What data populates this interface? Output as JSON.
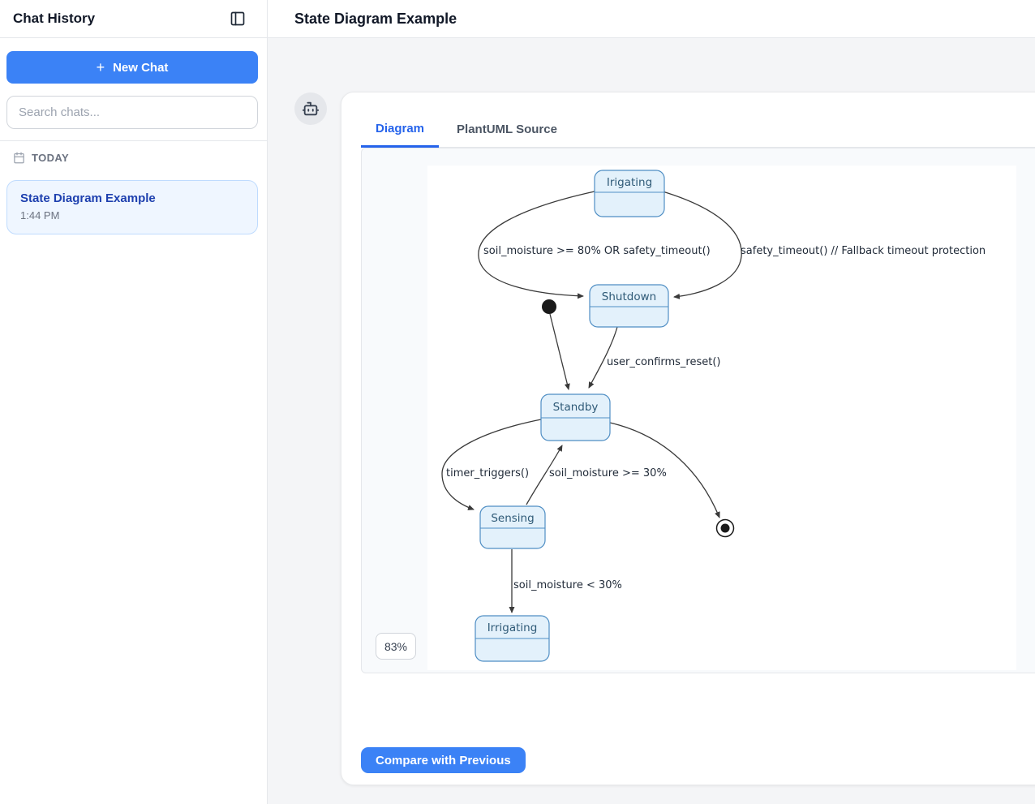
{
  "sidebar": {
    "title": "Chat History",
    "new_chat": {
      "icon": "+",
      "label": "New Chat"
    },
    "search_placeholder": "Search chats...",
    "section_label": "TODAY",
    "chats": [
      {
        "title": "State Diagram Example",
        "time": "1:44 PM"
      }
    ]
  },
  "header": {
    "title": "State Diagram Example"
  },
  "main": {
    "tabs": [
      {
        "label": "Diagram"
      },
      {
        "label": "PlantUML Source"
      }
    ],
    "zoom_level": "83%",
    "compare_button_label": "Compare with Previous"
  },
  "colors": {
    "accent_blue": "#3b82f6",
    "active_tab_blue": "#2563eb",
    "chat_item_bg": "#eff6ff",
    "chat_item_border": "#bfdbfe",
    "state_fill": "#e3f1fb",
    "state_border": "#4f8ec4"
  },
  "diagram": {
    "type": "state-machine",
    "states": [
      {
        "name": "Irigating"
      },
      {
        "name": "Shutdown"
      },
      {
        "name": "Standby"
      },
      {
        "name": "Sensing"
      },
      {
        "name": "Irrigating"
      }
    ],
    "pseudo_states": [
      "initial",
      "final"
    ],
    "transitions": [
      {
        "from": "Irigating",
        "to": "Shutdown",
        "label": "soil_moisture >= 80% OR safety_timeout()"
      },
      {
        "from": "Irigating",
        "to": "Shutdown",
        "label": "safety_timeout() // Fallback timeout protection"
      },
      {
        "from": "initial",
        "to": "Standby",
        "label": ""
      },
      {
        "from": "Shutdown",
        "to": "Standby",
        "label": "user_confirms_reset()"
      },
      {
        "from": "Standby",
        "to": "Sensing",
        "label": "timer_triggers()"
      },
      {
        "from": "Sensing",
        "to": "Standby",
        "label": "soil_moisture >= 30%"
      },
      {
        "from": "Standby",
        "to": "final",
        "label": ""
      },
      {
        "from": "Sensing",
        "to": "Irrigating",
        "label": "soil_moisture < 30%"
      }
    ]
  }
}
